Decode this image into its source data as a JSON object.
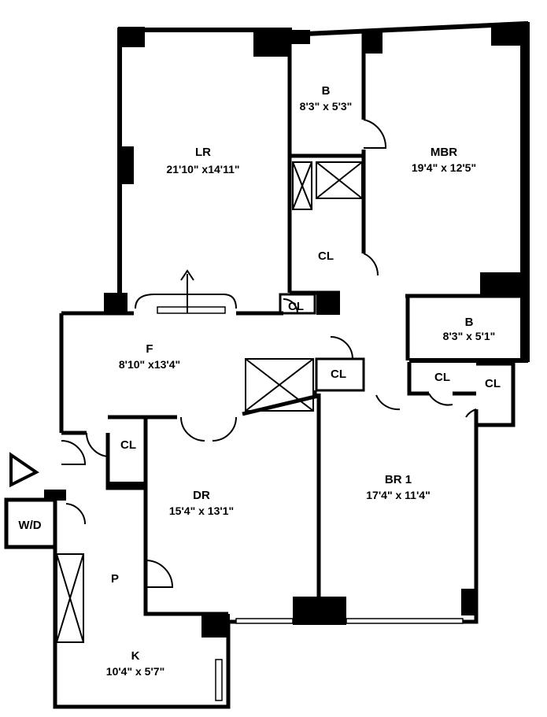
{
  "rooms": {
    "lr": {
      "name": "LR",
      "dims": "21'10\" x14'11\""
    },
    "b1": {
      "name": "B",
      "dims": "8'3\" x 5'3\""
    },
    "mbr": {
      "name": "MBR",
      "dims": "19'4\" x 12'5\""
    },
    "cl_main": {
      "name": "CL"
    },
    "cl_foyer": {
      "name": "CL"
    },
    "b2": {
      "name": "B",
      "dims": "8'3\" x 5'1\""
    },
    "f": {
      "name": "F",
      "dims": "8'10\" x13'4\""
    },
    "cl_hall": {
      "name": "CL"
    },
    "cl_b1": {
      "name": "CL"
    },
    "cl_b2": {
      "name": "CL"
    },
    "cl_dr": {
      "name": "CL"
    },
    "wd": {
      "name": "W/D"
    },
    "dr": {
      "name": "DR",
      "dims": "15'4\" x 13'1\""
    },
    "br1": {
      "name": "BR 1",
      "dims": "17'4\" x 11'4\""
    },
    "p": {
      "name": "P"
    },
    "k": {
      "name": "K",
      "dims": "10'4\" x 5'7\""
    }
  }
}
